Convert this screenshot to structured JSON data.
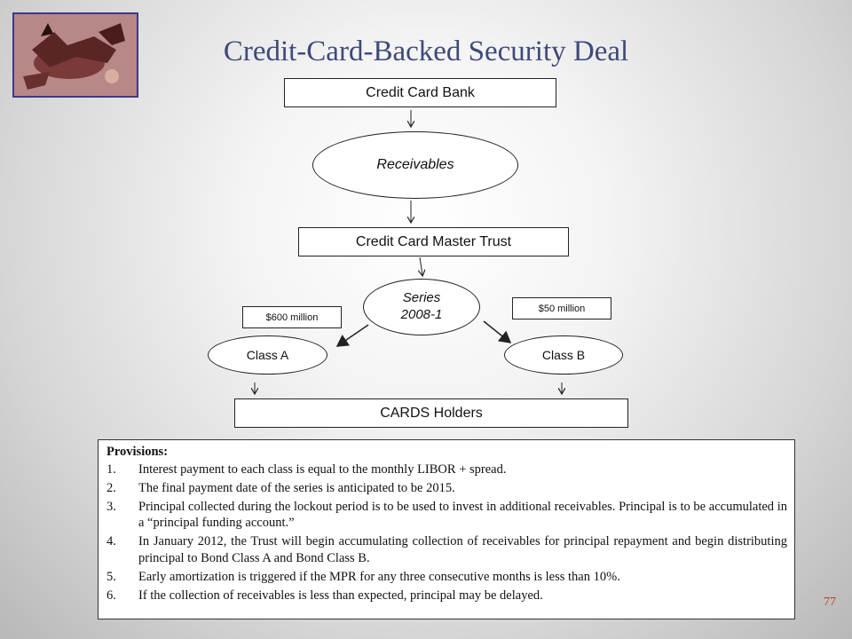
{
  "title": "Credit-Card-Backed Security Deal",
  "logo": {
    "icon": "bull-painting-logo"
  },
  "flow": {
    "bank": "Credit Card Bank",
    "receivables": "Receivables",
    "trust": "Credit Card Master Trust",
    "series": "Series 2008-1",
    "class_a": "Class A",
    "class_b": "Class B",
    "amount_a": "$600  million",
    "amount_b": "$50  million",
    "holders": "CARDS Holders"
  },
  "provisions": {
    "heading": "Provisions:",
    "items": [
      {
        "num": "1.",
        "text": "Interest payment to each class is equal to the monthly LIBOR + spread."
      },
      {
        "num": "2.",
        "text": "The final payment date of the series is anticipated to be 2015."
      },
      {
        "num": "3.",
        "text": "Principal collected during the lockout period is to be used to invest in additional receivables. Principal is to be accumulated in a “principal funding account.”"
      },
      {
        "num": "4.",
        "text": "In January 2012, the Trust will begin accumulating collection of receivables for principal repayment and begin distributing principal to Bond Class A and Bond Class B."
      },
      {
        "num": "5.",
        "text": "Early amortization is triggered if the MPR for any three consecutive months is less than 10%."
      },
      {
        "num": "6.",
        "text": "If the collection of receivables is less than expected, principal may be delayed."
      }
    ]
  },
  "page_number": "77"
}
